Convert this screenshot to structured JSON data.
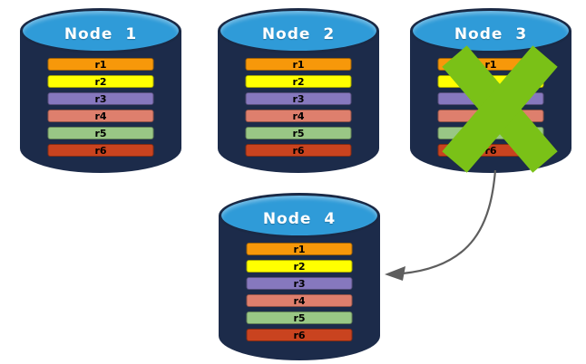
{
  "diagram": {
    "background_color": "#FFFFFF",
    "nodes": [
      {
        "label": "Node 1",
        "failed": false,
        "replicas": [
          {
            "label": "r1",
            "color": "#F7980A"
          },
          {
            "label": "r2",
            "color": "#FFFF00"
          },
          {
            "label": "r3",
            "color": "#8678BE"
          },
          {
            "label": "r4",
            "color": "#DE7F6D"
          },
          {
            "label": "r5",
            "color": "#99C785"
          },
          {
            "label": "r6",
            "color": "#C9431F"
          }
        ]
      },
      {
        "label": "Node 2",
        "failed": false,
        "replicas": [
          {
            "label": "r1",
            "color": "#F7980A"
          },
          {
            "label": "r2",
            "color": "#FFFF00"
          },
          {
            "label": "r3",
            "color": "#8678BE"
          },
          {
            "label": "r4",
            "color": "#DE7F6D"
          },
          {
            "label": "r5",
            "color": "#99C785"
          },
          {
            "label": "r6",
            "color": "#C9431F"
          }
        ]
      },
      {
        "label": "Node 3",
        "failed": true,
        "replicas": [
          {
            "label": "r1",
            "color": "#F7980A"
          },
          {
            "label": "r2",
            "color": "#FFFF00"
          },
          {
            "label": "r3",
            "color": "#8678BE"
          },
          {
            "label": "r4",
            "color": "#DE7F6D"
          },
          {
            "label": "r5",
            "color": "#99C785"
          },
          {
            "label": "r6",
            "color": "#C9431F"
          }
        ]
      },
      {
        "label": "Node 4",
        "failed": false,
        "replicas": [
          {
            "label": "r1",
            "color": "#F7980A"
          },
          {
            "label": "r2",
            "color": "#FFFF00"
          },
          {
            "label": "r3",
            "color": "#8678BE"
          },
          {
            "label": "r4",
            "color": "#DE7F6D"
          },
          {
            "label": "r5",
            "color": "#99C785"
          },
          {
            "label": "r6",
            "color": "#C9431F"
          }
        ]
      }
    ],
    "failure_mark": {
      "icon": "x-mark",
      "color": "#7AC117",
      "on_node": "Node 3"
    },
    "arrow": {
      "from": "Node 3",
      "to": "Node 4",
      "color": "#5E5E5E",
      "style": "curved"
    },
    "colors": {
      "cylinder_body": "#1C2B4A",
      "cylinder_top": "#2F9BD8",
      "cylinder_outline": "#1A2945"
    }
  }
}
